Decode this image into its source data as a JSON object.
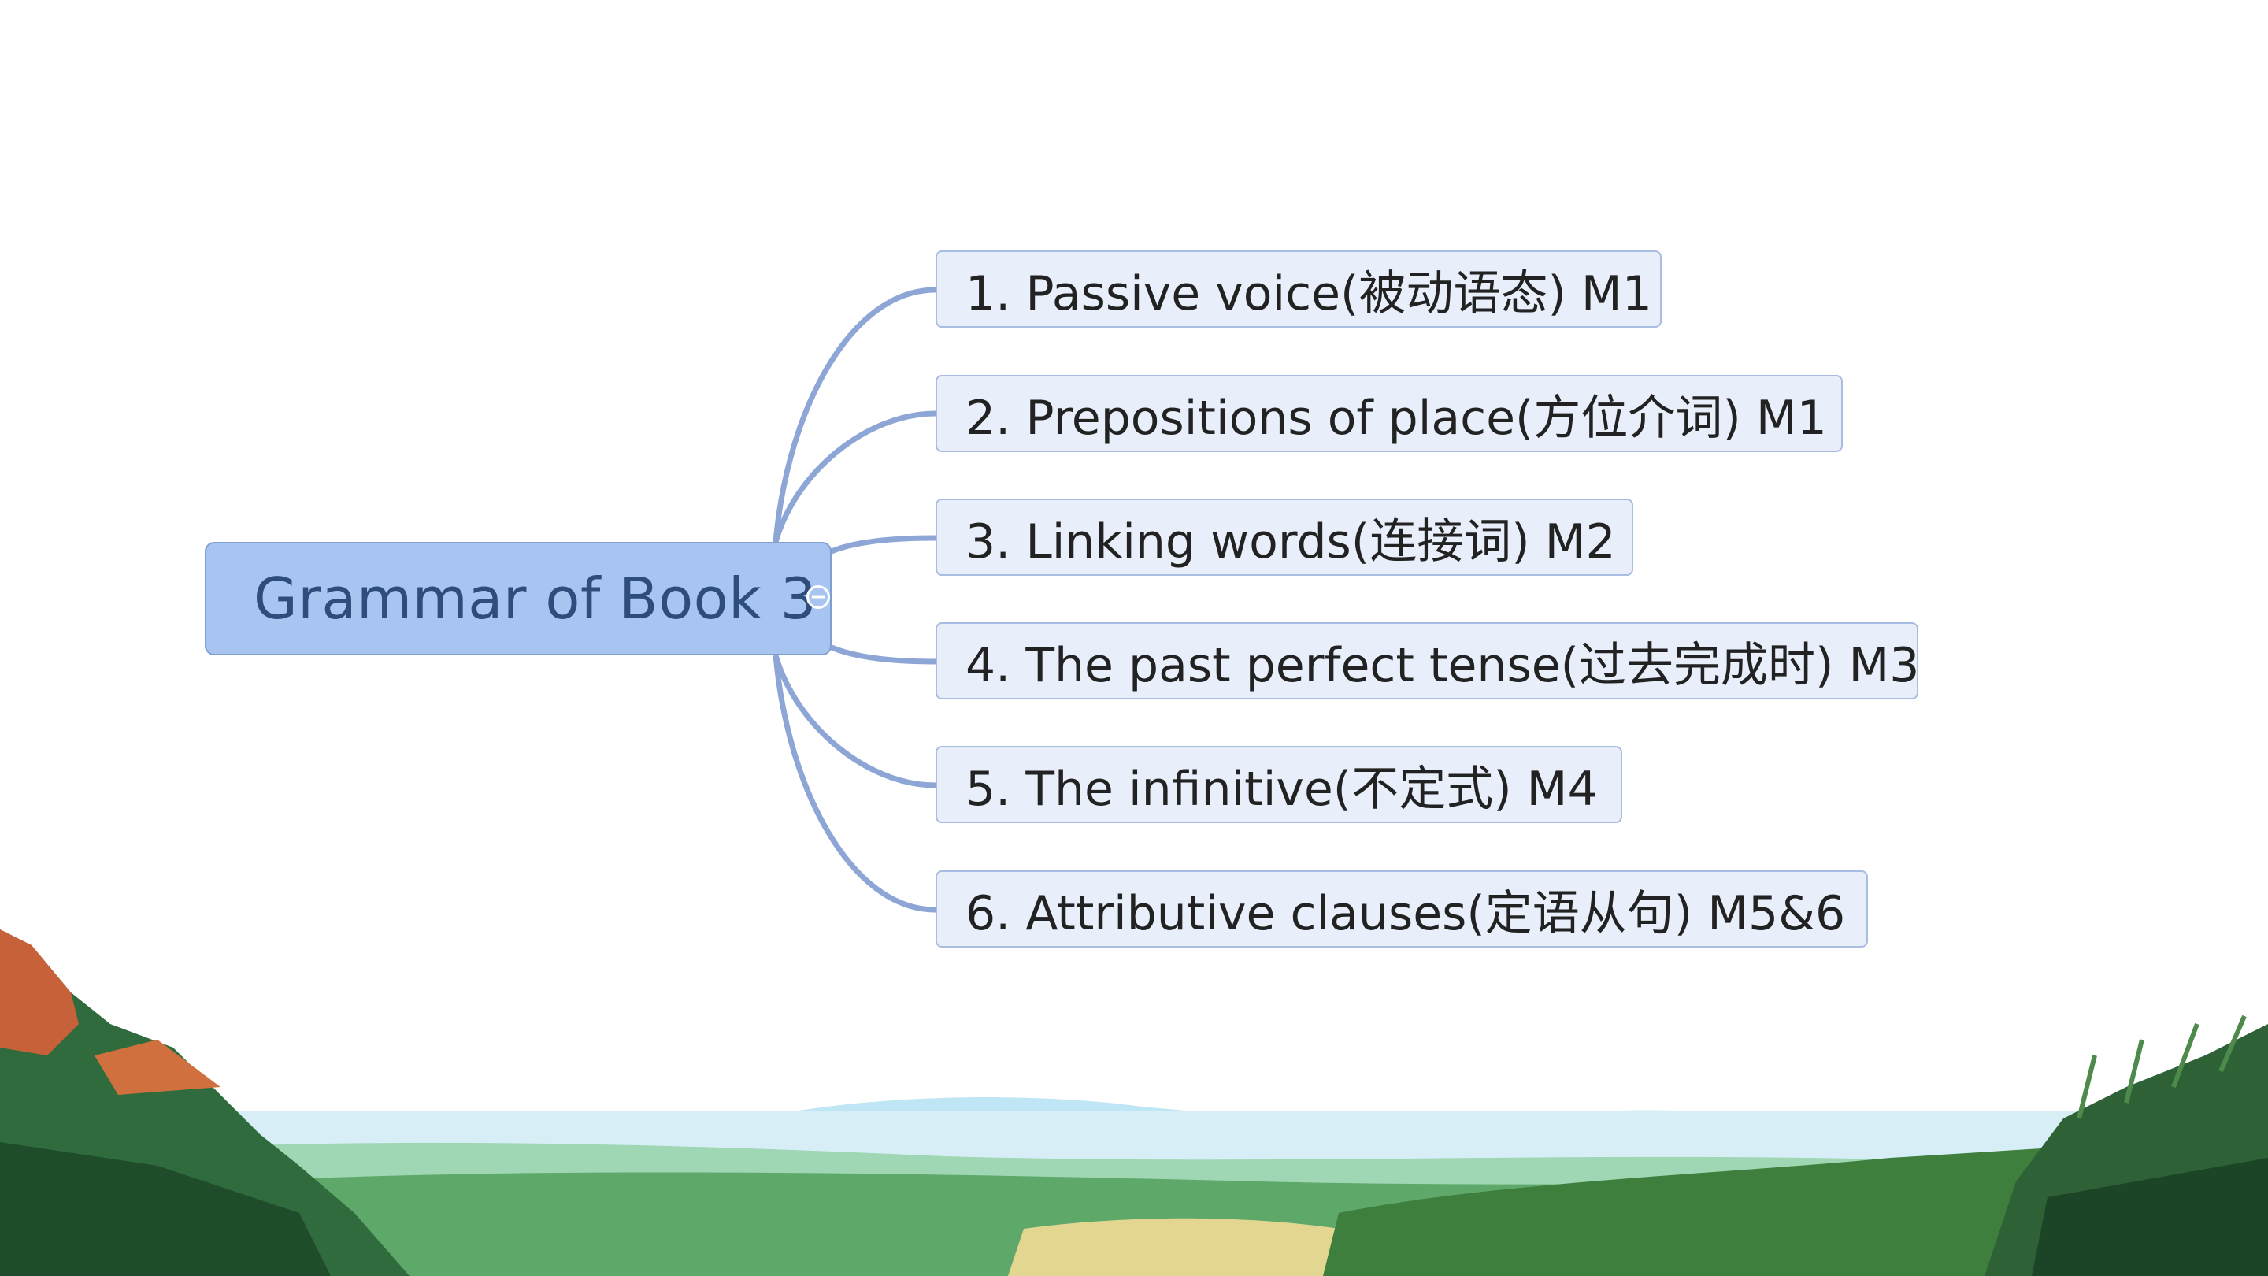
{
  "diagram": {
    "root": {
      "label": "Grammar of Book 3",
      "toggle_symbol": "⊖"
    },
    "branches": [
      {
        "label": "1. Passive voice(被动语态) M1"
      },
      {
        "label": "2. Prepositions of place(方位介词) M1"
      },
      {
        "label": "3. Linking words(连接词) M2"
      },
      {
        "label": "4. The past perfect tense(过去完成时) M3"
      },
      {
        "label": "5. The infinitive(不定式) M4"
      },
      {
        "label": "6. Attributive clauses(定语从句) M5&6"
      }
    ]
  },
  "colors": {
    "root_fill": "#a8c5f2",
    "root_text": "#2f4d7c",
    "branch_fill": "#e8eefa",
    "branch_border": "#a9bde2",
    "connector": "#8ea6d6"
  }
}
